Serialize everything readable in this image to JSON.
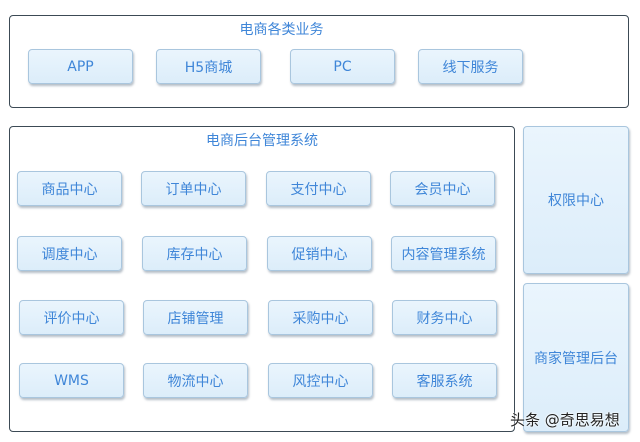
{
  "frontend": {
    "title": "电商各类业务",
    "items": [
      "APP",
      "H5商城",
      "PC",
      "线下服务"
    ]
  },
  "backend": {
    "title": "电商后台管理系统",
    "rows": [
      [
        "商品中心",
        "订单中心",
        "支付中心",
        "会员中心"
      ],
      [
        "调度中心",
        "库存中心",
        "促销中心",
        "内容管理系统"
      ],
      [
        "评价中心",
        "店铺管理",
        "采购中心",
        "财务中心"
      ],
      [
        "WMS",
        "物流中心",
        "风控中心",
        "客服系统"
      ]
    ]
  },
  "side": {
    "permission": "权限中心",
    "merchant": "商家管理后台"
  },
  "watermark": "头条 @奇思易想"
}
